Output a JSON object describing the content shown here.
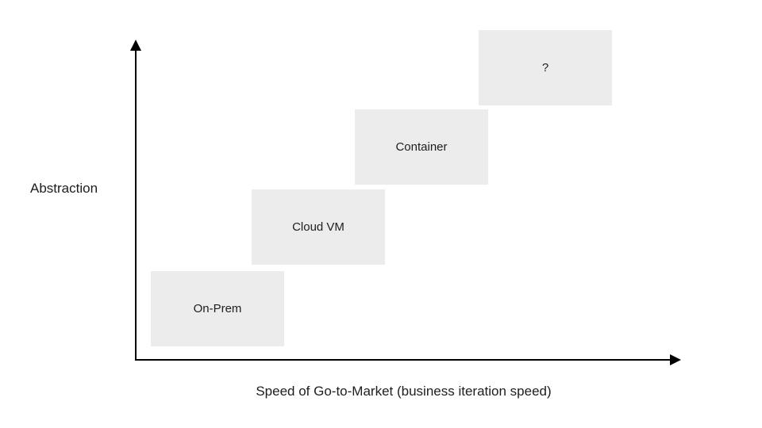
{
  "diagram": {
    "title": "",
    "y_axis_label": "Abstraction",
    "x_axis_label": "Speed of Go-to-Market (business iteration speed)",
    "nodes": [
      {
        "label": "On-Prem"
      },
      {
        "label": "Cloud VM"
      },
      {
        "label": "Container"
      },
      {
        "label": "?"
      }
    ],
    "colors": {
      "background": "#ffffff",
      "box_fill": "#ececec",
      "axis": "#000000",
      "text": "#1d1d1f"
    }
  },
  "chart_data": {
    "type": "diagram-steps",
    "x_axis": "Speed of Go-to-Market (business iteration speed)",
    "y_axis": "Abstraction",
    "sequence_low_to_high": [
      "On-Prem",
      "Cloud VM",
      "Container",
      "?"
    ],
    "legend": "none",
    "grid": false
  }
}
